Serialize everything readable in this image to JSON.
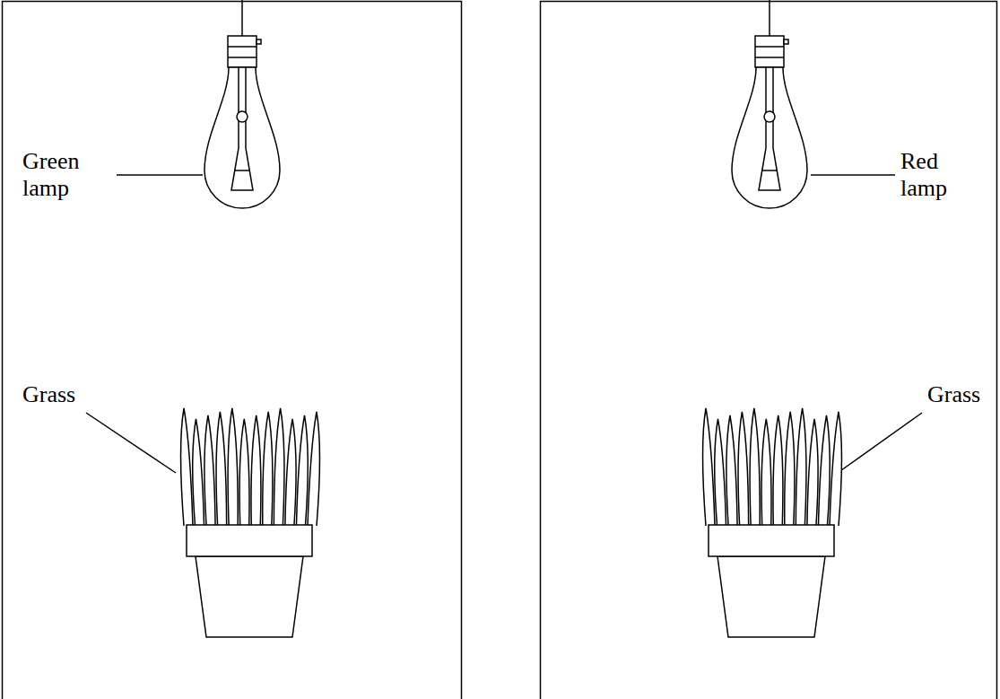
{
  "diagram": {
    "labels": [
      "Green lamp",
      "Grass",
      "Red lamp",
      "Grass"
    ]
  }
}
